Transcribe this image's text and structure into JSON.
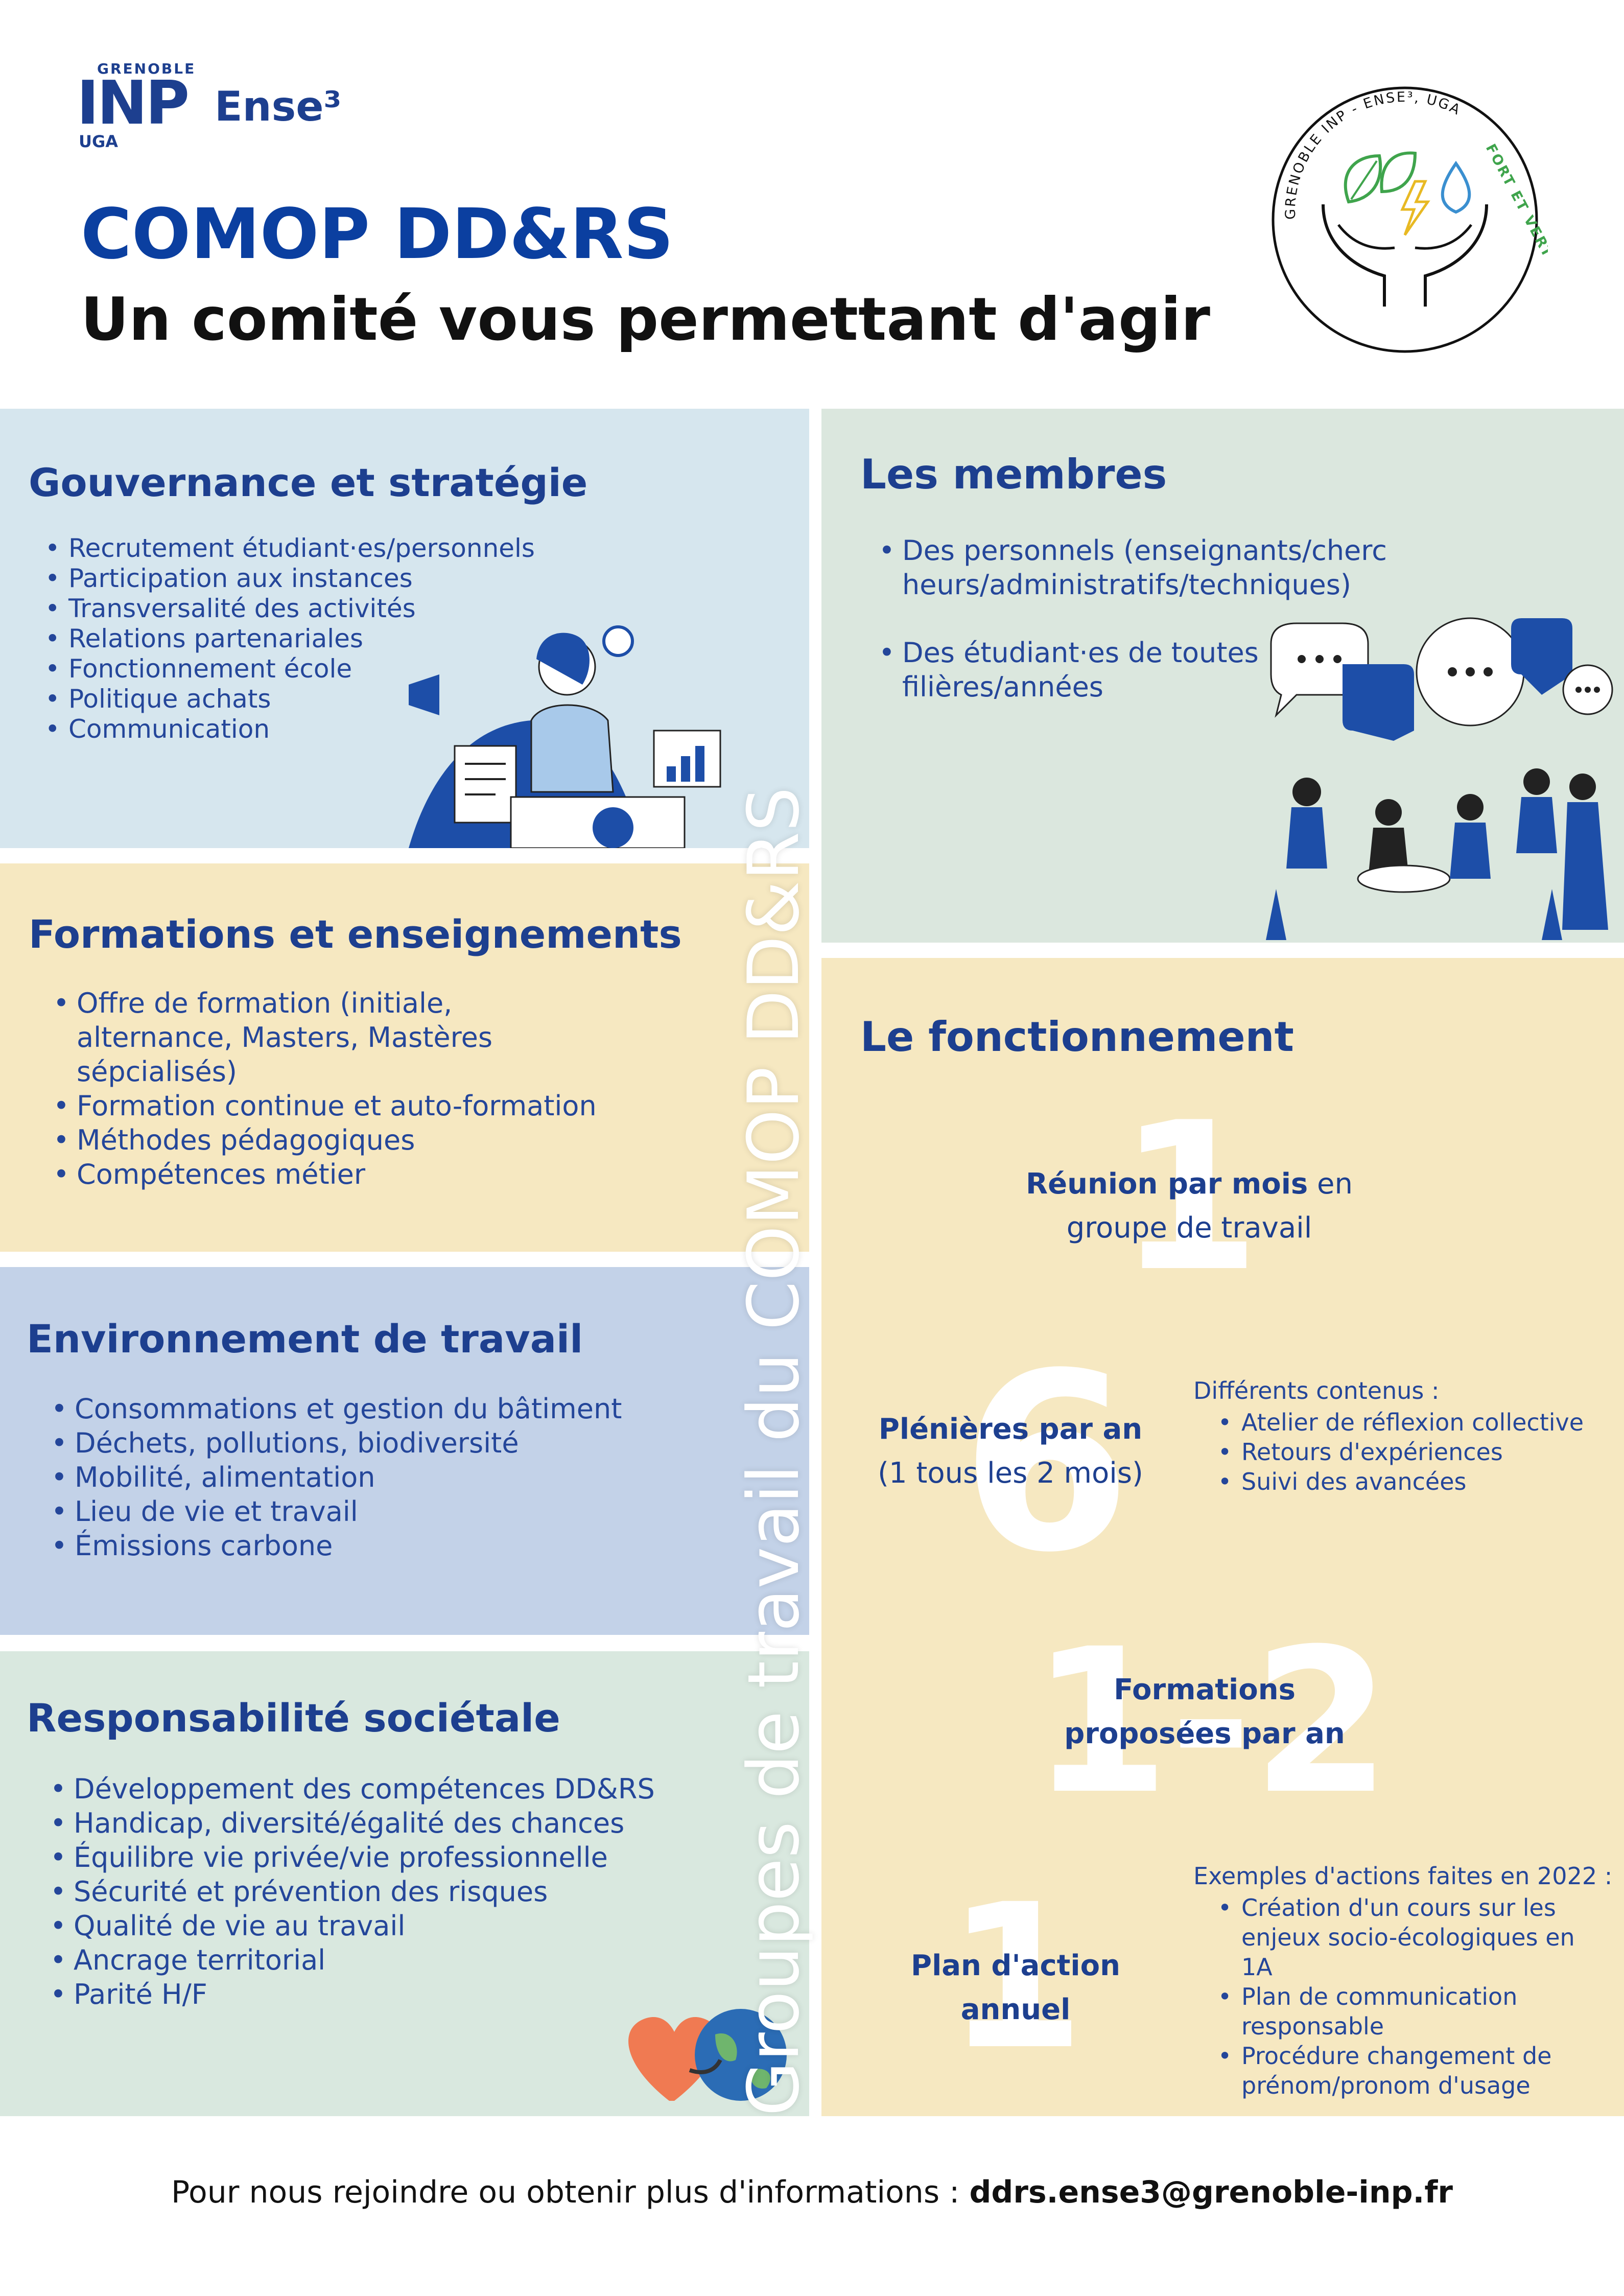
{
  "header": {
    "logo_top": "GRENOBLE",
    "logo_main": "INP",
    "logo_sub": "UGA",
    "logo_school": "Ense³",
    "title": "COMOP DD&RS",
    "subtitle": "Un comité vous permettant d'agir",
    "seal_text": "GRENOBLE INP - ENSE³, UGA",
    "seal_slogan": "FORT ET VERT"
  },
  "vertical_label": "Groupes de travail du COMOP DD&RS",
  "groups": [
    {
      "title": "Gouvernance et stratégie",
      "items": [
        "Recrutement étudiant·es/personnels",
        "Participation aux instances",
        "Transversalité des activités",
        "Relations partenariales",
        "Fonctionnement école",
        "Politique achats",
        "Communication"
      ]
    },
    {
      "title": "Formations et enseignements",
      "items": [
        "Offre de formation (initiale, alternance, Masters, Mastères sépcialisés)",
        "Formation continue et auto-formation",
        "Méthodes pédagogiques",
        "Compétences métier"
      ]
    },
    {
      "title": "Environnement de travail",
      "items": [
        "Consommations et gestion du bâtiment",
        "Déchets, pollutions, biodiversité",
        "Mobilité, alimentation",
        "Lieu de vie et travail",
        "Émissions carbone"
      ]
    },
    {
      "title": "Responsabilité sociétale",
      "items": [
        "Développement des compétences DD&RS",
        "Handicap, diversité/égalité des chances",
        "Équilibre vie privée/vie professionnelle",
        "Sécurité et prévention des risques",
        "Qualité de vie au travail",
        "Ancrage territorial",
        "Parité H/F"
      ]
    }
  ],
  "members": {
    "title": "Les membres",
    "items": [
      "Des personnels (enseignants/chercheurs/administratifs/techniques)",
      "Des étudiant·es de toutes filières/années"
    ]
  },
  "fonctionnement": {
    "title": "Le fonctionnement",
    "r1": {
      "num": "1",
      "bold": "Réunion par mois",
      "rest": " en",
      "line2": "groupe de travail"
    },
    "r2": {
      "num": "6",
      "bold": "Plénières par an",
      "line2": "(1 tous les 2 mois)",
      "side_title": "Différents contenus :",
      "side_items": [
        "Atelier de réflexion collective",
        "Retours d'expériences",
        "Suivi des avancées"
      ]
    },
    "r3": {
      "num": "1-2",
      "line1": "Formations",
      "line2": "proposées par an"
    },
    "r4": {
      "num": "1",
      "line1": "Plan d'action",
      "line2": "annuel",
      "side_title": "Exemples d'actions faites en 2022 :",
      "side_items": [
        "Création d'un cours sur les enjeux socio-écologiques en 1A",
        "Plan de communication responsable",
        "Procédure changement de prénom/pronom d'usage"
      ]
    }
  },
  "footer": {
    "text": "Pour nous rejoindre ou obtenir plus d'informations : ",
    "email": "ddrs.ense3@grenoble-inp.fr"
  },
  "colors": {
    "navy": "#1d3f8f",
    "blue": "#0b3fa0",
    "light_blue": "#d6e6ee",
    "beige": "#f6e8c1",
    "mid_blue": "#c3d2e8",
    "sage": "#d9e8df"
  }
}
